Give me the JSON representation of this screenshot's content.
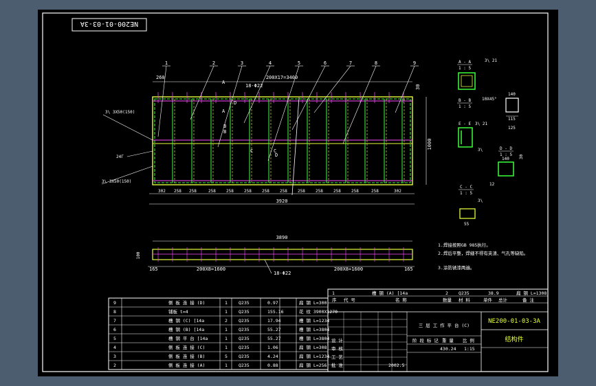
{
  "drawing_number_tab": "NE200-01-03-3A",
  "main_view": {
    "top_dim": "200X17=3400",
    "dim_top_left": "260",
    "dim_right_top": "30",
    "dim_height": "1000",
    "bottom_dims": [
      "302",
      "258",
      "258",
      "258",
      "258",
      "258",
      "258",
      "258",
      "258",
      "258",
      "258",
      "258",
      "258",
      "302"
    ],
    "overall_width": "3920",
    "part_markers": [
      "1",
      "2",
      "3",
      "4",
      "5",
      "6",
      "7",
      "8",
      "9"
    ],
    "hole_note": "18-Φ22",
    "weld_notes": [
      "3\\ 3X50(150)",
      "24Γ",
      "3\\ 3X50(150)"
    ],
    "section_marks": [
      "A",
      "A",
      "B",
      "B",
      "C",
      "C",
      "D",
      "D"
    ]
  },
  "lower_view": {
    "top_dim": "3890",
    "left_dim": "165",
    "right_dim": "165",
    "dim_left": "200X8=1600",
    "dim_right": "200X8=1600",
    "hole_note": "18-Φ22",
    "height_dim": "100"
  },
  "section_details": [
    {
      "label": "A - A",
      "scale": "1 : 5",
      "note": "3\\ 21"
    },
    {
      "label": "B - B",
      "scale": "1 : 5",
      "note": "10X45°",
      "dims": [
        "140",
        "115",
        "125"
      ]
    },
    {
      "label": "E - E",
      "scale": "",
      "note": "3\\ 21"
    },
    {
      "label": "D - D",
      "scale": "1 : 5",
      "note": "3\\",
      "dims": [
        "140",
        "30",
        "12"
      ]
    },
    {
      "label": "C - C",
      "scale": "1 : 5",
      "note": "3\\",
      "dims": [
        "55"
      ]
    }
  ],
  "notes": [
    "1.焊接按照GB 985执行。",
    "2.焊后平整，焊缝不得有夹渣、气孔等缺陷。",
    "3.涂防锈漆两遍。"
  ],
  "bom_rows": [
    {
      "no": "9",
      "name": "侧 板 连 接 (D)",
      "qty": "1",
      "material": "Q235",
      "weight": "0.97",
      "note": "扁 钢 L=300"
    },
    {
      "no": "8",
      "name": "铺板 t=4",
      "qty": "1",
      "material": "Q235",
      "weight": "155.16",
      "note": "花 纹 3900X1270"
    },
    {
      "no": "7",
      "name": "槽 钢 (C) [14a",
      "qty": "2",
      "material": "Q235",
      "weight": "17.94",
      "note": "槽 钢 L=1234"
    },
    {
      "no": "6",
      "name": "槽 钢 (B) [14a",
      "qty": "1",
      "material": "Q235",
      "weight": "55.27",
      "note": "槽 钢 L=3804"
    },
    {
      "no": "5",
      "name": "槽 钢 平 台 [14a",
      "qty": "1",
      "material": "Q235",
      "weight": "55.27",
      "note": "槽 钢 L=3804"
    },
    {
      "no": "4",
      "name": "侧 板 连 接 (C)",
      "qty": "1",
      "material": "Q235",
      "weight": "1.06",
      "note": "扁 钢 L=308"
    },
    {
      "no": "3",
      "name": "侧 板 连 接 (B)",
      "qty": "5",
      "material": "Q235",
      "weight": "4.24",
      "note": "扁 钢 L=1234"
    },
    {
      "no": "2",
      "name": "侧 板 连 接 (A)",
      "qty": "1",
      "material": "Q235",
      "weight": "0.88",
      "note": "扁 钢 L=256"
    }
  ],
  "bom_row1": {
    "no": "1",
    "name": "槽 钢 (A) [14a",
    "qty": "2",
    "material": "Q235",
    "weight": "38.9",
    "note": "扁 钢 L=1308"
  },
  "bom_header": {
    "no": "序",
    "code": "代 号",
    "name": "名 称",
    "qty": "数量",
    "material": "材 料",
    "unit_weight": "单件",
    "total_weight": "总计",
    "remark": "备 注"
  },
  "title_block": {
    "drawing_no": "NE200-01-03-3A",
    "title": "三 层 工 作 平 台 (C)",
    "part_name": "结构件",
    "stage_labels": [
      "阶 段 标 记",
      "重 量",
      "比 例"
    ],
    "weight": "430.24",
    "scale": "1:15",
    "date": "2002.5",
    "roles": [
      "设 计",
      "审 核",
      "工 艺",
      "批 准"
    ]
  }
}
